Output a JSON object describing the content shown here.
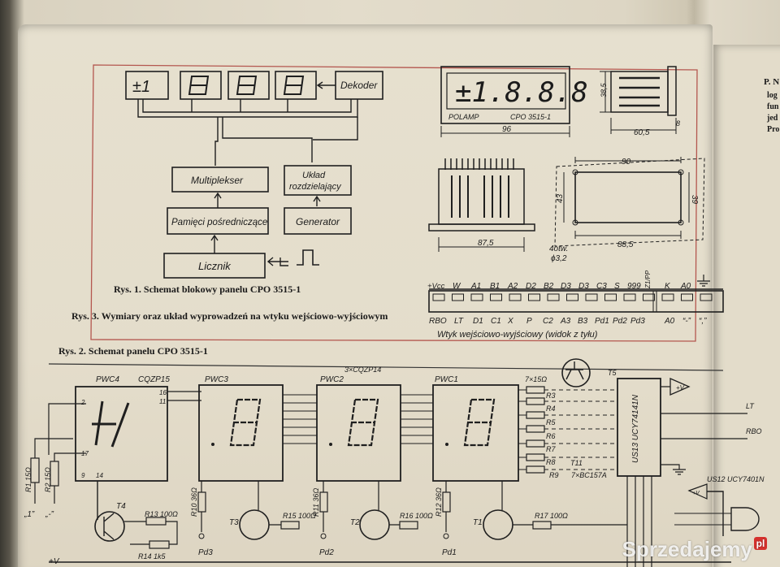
{
  "block": {
    "display": "±1",
    "decoder": "Dekoder",
    "multiplexer": "Multiplekser",
    "divider1": "Układ",
    "divider2": "rozdzielający",
    "memory": "Pamięci pośredniczące",
    "generator": "Generator",
    "counter": "Licznik"
  },
  "dims": {
    "w96": "96",
    "w605": "60,5",
    "h385": "38,5",
    "d8": "8",
    "w875": "87,5",
    "w90": "90",
    "h43": "43",
    "h39": "39",
    "w885": "88,5",
    "holes1": "4otw.",
    "holes2": "ϕ3,2",
    "brand": "POLAMP",
    "model": "CPO 3515-1"
  },
  "connector": {
    "top": [
      "+Vcc",
      "W",
      "A1",
      "B1",
      "A2",
      "D2",
      "B2",
      "D3",
      "D3",
      "C3",
      "S",
      "999",
      "Z1/PP",
      "K",
      "A0"
    ],
    "bottom": [
      "RBO",
      "LT",
      "D1",
      "C1",
      "X",
      "P",
      "C2",
      "A3",
      "B3",
      "Pd1",
      "Pd2",
      "Pd3",
      "A0",
      "“-”",
      "“,”"
    ],
    "label": "Wtyk wejściowo-wyjściowy (widok z tyłu)"
  },
  "captions": {
    "fig1": "Rys. 1. Schemat blokowy panelu CPO 3515-1",
    "fig3": "Rys. 3. Wymiary oraz układ wyprowadzeń na wtyku wejściowo-wyjściowym",
    "fig2": "Rys. 2. Schemat panelu CPO 3515-1"
  },
  "schematic": {
    "pwc4": "PWC4",
    "cqzp15": "CQZP15",
    "pwc3": "PWC3",
    "pwc2": "PWC2",
    "cqzp14": "3×CQZP14",
    "pwc1": "PWC1",
    "r7x15": "7×15Ω",
    "t5": "T5",
    "us13": "US13 UCY74141N",
    "t11": "T11",
    "bc157": "7×BC157A",
    "lt": "LT",
    "rbo": "RBO",
    "us12": "US12 UCY7401N",
    "vplus": "+V",
    "r1": "R1 15Ω",
    "r2": "R2 15Ω",
    "t4": "T4",
    "r13": "R13 100Ω",
    "r14": "R14 1k5",
    "r10": "R10 36Ω",
    "t3": "T3",
    "r15": "R15 100Ω",
    "pd3": "Pd3",
    "r11": "R11 36Ω",
    "t2": "T2",
    "r16": "R16 100Ω",
    "pd2": "Pd2",
    "r12": "R12 36Ω",
    "t1": "T1",
    "r17": "R17 100Ω",
    "pd1": "Pd1",
    "quote1": "„1”",
    "quote2": "„-”",
    "r3": "R3",
    "r4": "R4",
    "r5": "R5",
    "r6": "R6",
    "r7": "R7",
    "r8": "R8",
    "r9": "R9"
  },
  "side_text": [
    "P. N",
    "log",
    "fun",
    "jed",
    "Pro"
  ],
  "watermark": "Sprzedajemy",
  "watermark_badge": "pl"
}
